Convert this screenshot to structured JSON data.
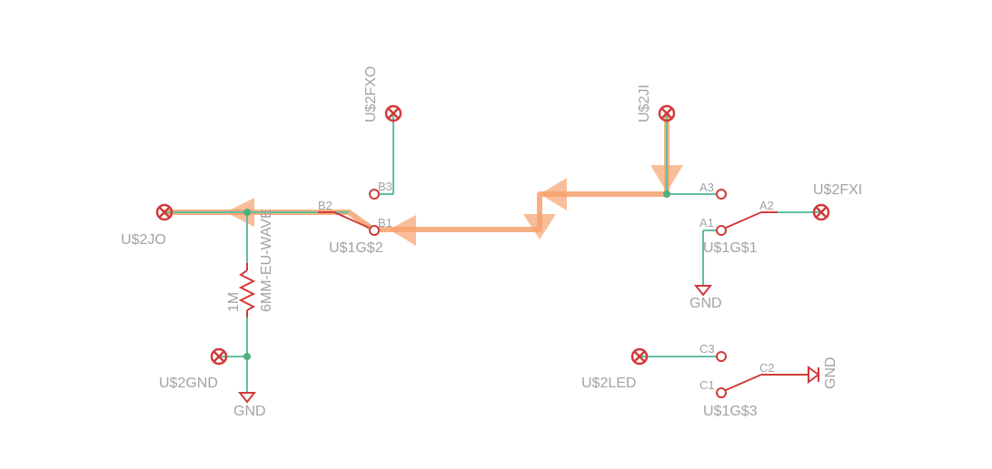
{
  "colors": {
    "background": "#ffffff",
    "wire": "#5fbf9f",
    "part": "#d23a3a",
    "highlight": "#f6a26e",
    "label": "#a3a3a3",
    "junction": "#4caf80"
  },
  "ports": {
    "u2jo": "U$2JO",
    "u2fxo": "U$2FXO",
    "u2ji": "U$2JI",
    "u2fxi": "U$2FXI",
    "u2gnd": "U$2GND",
    "u2led": "U$2LED"
  },
  "switches": {
    "g1": {
      "name": "U$1G$1",
      "pin_a": "A1",
      "pin_b": "A2",
      "pin_c": "A3"
    },
    "g2": {
      "name": "U$1G$2",
      "pin_a": "B1",
      "pin_b": "B2",
      "pin_c": "B3"
    },
    "g3": {
      "name": "U$1G$3",
      "pin_a": "C1",
      "pin_b": "C2",
      "pin_c": "C3"
    }
  },
  "resistor": {
    "value": "1M",
    "name": "6MM-EU-WAVE"
  },
  "grounds": {
    "gnd_left": "GND",
    "gnd_g1": "GND",
    "gnd_g3": "GND"
  }
}
